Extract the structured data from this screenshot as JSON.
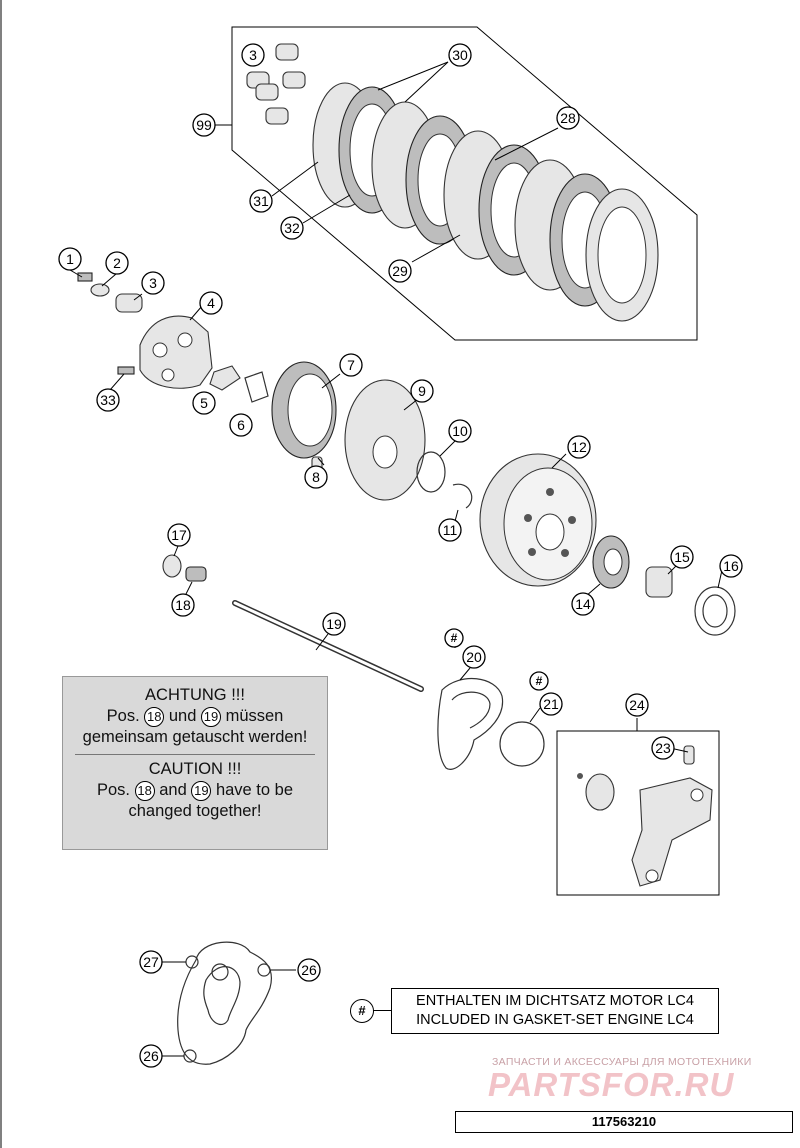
{
  "callouts": {
    "c1": "1",
    "c2": "2",
    "c3a": "3",
    "c3b": "3",
    "c4": "4",
    "c5": "5",
    "c6": "6",
    "c7": "7",
    "c8": "8",
    "c9": "9",
    "c10": "10",
    "c11": "11",
    "c12": "12",
    "c14": "14",
    "c15": "15",
    "c16": "16",
    "c17": "17",
    "c18": "18",
    "c19": "19",
    "c20": "20",
    "c21": "21",
    "c23": "23",
    "c24": "24",
    "c26a": "26",
    "c26b": "26",
    "c27": "27",
    "c28": "28",
    "c29": "29",
    "c30": "30",
    "c31": "31",
    "c32": "32",
    "c33": "33",
    "c99": "99",
    "hash20": "#",
    "hash21": "#"
  },
  "note": {
    "de_title": "ACHTUNG !!!",
    "de_pre": "Pos.",
    "de_pos1": "18",
    "de_mid": "und",
    "de_pos2": "19",
    "de_post": "müssen",
    "de_line3": "gemeinsam getauscht werden!",
    "en_title": "CAUTION !!!",
    "en_pre": "Pos.",
    "en_pos1": "18",
    "en_mid": "and",
    "en_pos2": "19",
    "en_post": "have to be",
    "en_line3": "changed together!"
  },
  "gasket": {
    "symbol": "#",
    "line1": "ENTHALTEN IM DICHTSATZ MOTOR LC4",
    "line2": "INCLUDED IN GASKET-SET ENGINE LC4"
  },
  "watermark": {
    "subtitle": "ЗАПЧАСТИ И АКСЕССУАРЫ ДЛЯ МОТОТЕХНИКИ",
    "brand": "PARTSFOR.RU"
  },
  "diagram_code": "117563210"
}
